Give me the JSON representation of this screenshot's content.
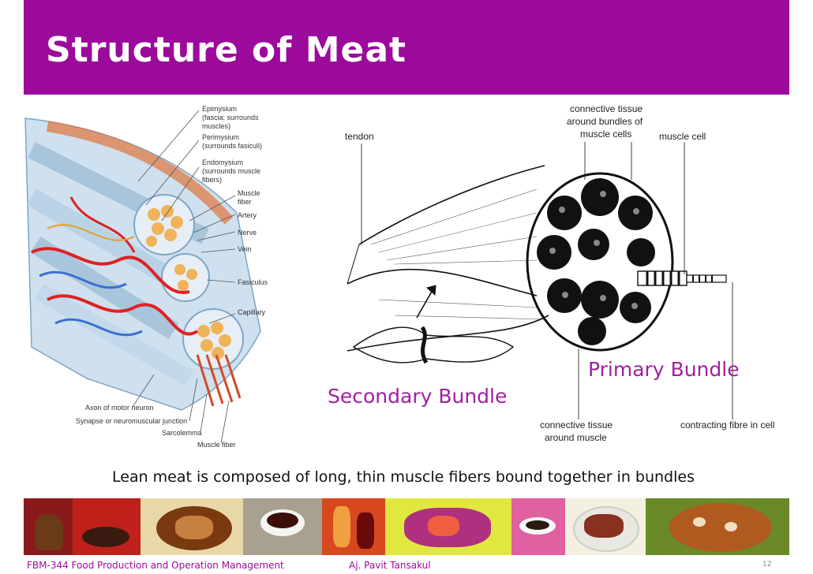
{
  "slide": {
    "title": "Structure of Meat",
    "caption": "Lean meat is composed of long, thin muscle fibers bound together in bundles",
    "colors": {
      "header": "#9b0a9b",
      "label_purple": "#a020a0"
    }
  },
  "left_diagram": {
    "labels": {
      "epimysium_1": "Epimysium",
      "epimysium_2": "(fascia; surrounds",
      "epimysium_3": "muscles)",
      "perimysium_1": "Perimysium",
      "perimysium_2": "(surrounds fasiculi)",
      "endomysium_1": "Endomysium",
      "endomysium_2": "(surrounds muscle",
      "endomysium_3": "fibers)",
      "muscle_fiber_1": "Muscle",
      "muscle_fiber_2": "fiber",
      "artery": "Artery",
      "nerve": "Nerve",
      "vein": "Vein",
      "fasiculus": "Fasiculus",
      "capillary": "Capillary",
      "axon": "Axon of motor neuron",
      "synapse": "Synapse or neuromuscular junction",
      "sarcolemma": "Sarcolemma",
      "muscle_fiber_bottom": "Muscle fiber"
    }
  },
  "right_diagram": {
    "labels": {
      "tendon": "tendon",
      "ct_bundles_1": "connective tissue",
      "ct_bundles_2": "around bundles of",
      "ct_bundles_3": "muscle cells",
      "muscle_cell": "muscle cell",
      "primary_bundle": "Primary Bundle",
      "secondary_bundle": "Secondary Bundle",
      "ct_muscle_1": "connective tissue",
      "ct_muscle_2": "around muscle",
      "contracting": "contracting fibre in cell"
    }
  },
  "footer": {
    "course": "FBM-344 Food Production and Operation Management",
    "author": "Aj. Pavit Tansakul",
    "page": "12"
  }
}
